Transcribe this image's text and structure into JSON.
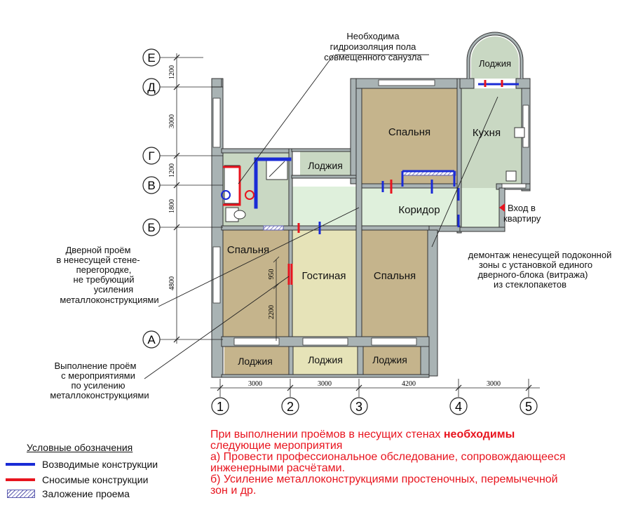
{
  "axes": {
    "rows": [
      "Е",
      "Д",
      "Г",
      "В",
      "Б",
      "А"
    ],
    "cols": [
      "1",
      "2",
      "3",
      "4",
      "5"
    ],
    "row_dims": [
      "1200",
      "3000",
      "1200",
      "1800",
      "4800"
    ],
    "col_dims": [
      "3000",
      "3000",
      "4200",
      "3000"
    ],
    "extra_dims": [
      "950",
      "2200"
    ]
  },
  "rooms": {
    "loggia_top": "Лоджия",
    "kitchen": "Кухня",
    "bedroom_top": "Спальня",
    "loggia_mid": "Лоджия",
    "corridor": "Коридор",
    "bedroom_left": "Спальня",
    "living": "Гостиная",
    "bedroom_center": "Спальня",
    "loggia_b1": "Лоджия",
    "loggia_b2": "Лоджия",
    "loggia_b3": "Лоджия"
  },
  "annotations": {
    "waterproofing": [
      "Необходима",
      "гидроизоляция пола",
      "совмещенного санузла"
    ],
    "entrance": [
      "Вход в",
      "квартиру"
    ],
    "door_opening": [
      "Дверной проём",
      "в ненесущей стене-",
      "перегородке,",
      "не требующий",
      "усиления",
      "металлоконструкциями"
    ],
    "dismantle": [
      "демонтаж ненесущей подоконной",
      "зоны с установкой единого",
      "дверного-блока (витража)",
      "из стеклопакетов"
    ],
    "reinforce": [
      "Выполнение проём",
      "с мероприятиями",
      "по усилению",
      "металлоконструкциями"
    ]
  },
  "legend": {
    "title": "Условные   обозначения",
    "items": [
      {
        "label": "Возводимые конструкции",
        "color": "#1a2bd6"
      },
      {
        "label": "Сносимые    конструкции",
        "color": "#e8141e"
      },
      {
        "label": "Заложение проема",
        "color": "#5b5bb0"
      }
    ]
  },
  "requirements": {
    "line1_pre": "При выполнении проёмов в несущих стенах ",
    "line1_bold": "необходимы",
    "line2": "следующие мероприятия",
    "line3": "а) Провести профессиональное обследование, сопровождающееся",
    "line4": "инженерными расчётами.",
    "line5": "б) Усиление металлоконструкциями простеночных, перемычечной",
    "line6": "зон и др."
  },
  "colors": {
    "wall": "#a9b3b4",
    "room_brown": "#c5b48c",
    "room_cream": "#e6e3b8",
    "room_green": "#c9d8c3",
    "room_mint": "#dff0dc",
    "erect": "#1a2bd6",
    "demolish": "#e8141e"
  }
}
